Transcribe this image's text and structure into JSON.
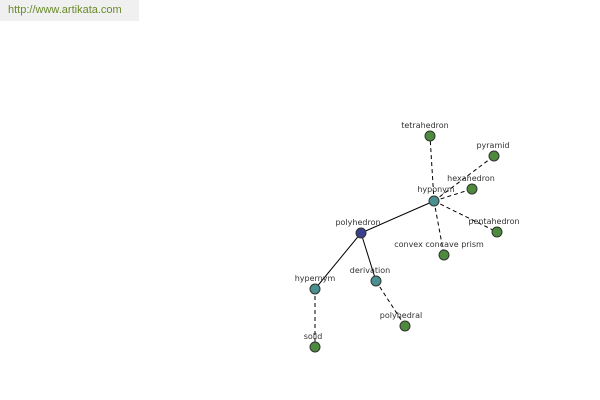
{
  "watermark": {
    "text": "http://www.artikata.com"
  },
  "colors": {
    "root": "#3a3f8f",
    "relation": "#4a9090",
    "leaf": "#4e8a3e",
    "edge": "#000000"
  },
  "graph": {
    "nodes": [
      {
        "id": "polyhedron",
        "label": "polyhedron",
        "kind": "root"
      },
      {
        "id": "hyponym",
        "label": "hyponym",
        "kind": "relation"
      },
      {
        "id": "hypernym",
        "label": "hypernym",
        "kind": "relation"
      },
      {
        "id": "derivation",
        "label": "derivation",
        "kind": "relation"
      },
      {
        "id": "tetrahedron",
        "label": "tetrahedron",
        "kind": "leaf"
      },
      {
        "id": "pyramid",
        "label": "pyramid",
        "kind": "leaf"
      },
      {
        "id": "hexahedron",
        "label": "hexahedron",
        "kind": "leaf"
      },
      {
        "id": "pentahedron",
        "label": "pentahedron",
        "kind": "leaf"
      },
      {
        "id": "convex-concave-prism",
        "label": "convex concave prism",
        "kind": "leaf"
      },
      {
        "id": "solid",
        "label": "solid",
        "kind": "leaf"
      },
      {
        "id": "polyhedral",
        "label": "polyhedral",
        "kind": "leaf"
      }
    ],
    "edges": [
      {
        "from": "polyhedron",
        "to": "hyponym",
        "style": "solid"
      },
      {
        "from": "polyhedron",
        "to": "hypernym",
        "style": "solid"
      },
      {
        "from": "polyhedron",
        "to": "derivation",
        "style": "solid"
      },
      {
        "from": "hyponym",
        "to": "tetrahedron",
        "style": "dashed"
      },
      {
        "from": "hyponym",
        "to": "pyramid",
        "style": "dashed"
      },
      {
        "from": "hyponym",
        "to": "hexahedron",
        "style": "dashed"
      },
      {
        "from": "hyponym",
        "to": "pentahedron",
        "style": "dashed"
      },
      {
        "from": "hyponym",
        "to": "convex-concave-prism",
        "style": "dashed"
      },
      {
        "from": "hypernym",
        "to": "solid",
        "style": "dashed"
      },
      {
        "from": "derivation",
        "to": "polyhedral",
        "style": "dashed"
      }
    ]
  }
}
